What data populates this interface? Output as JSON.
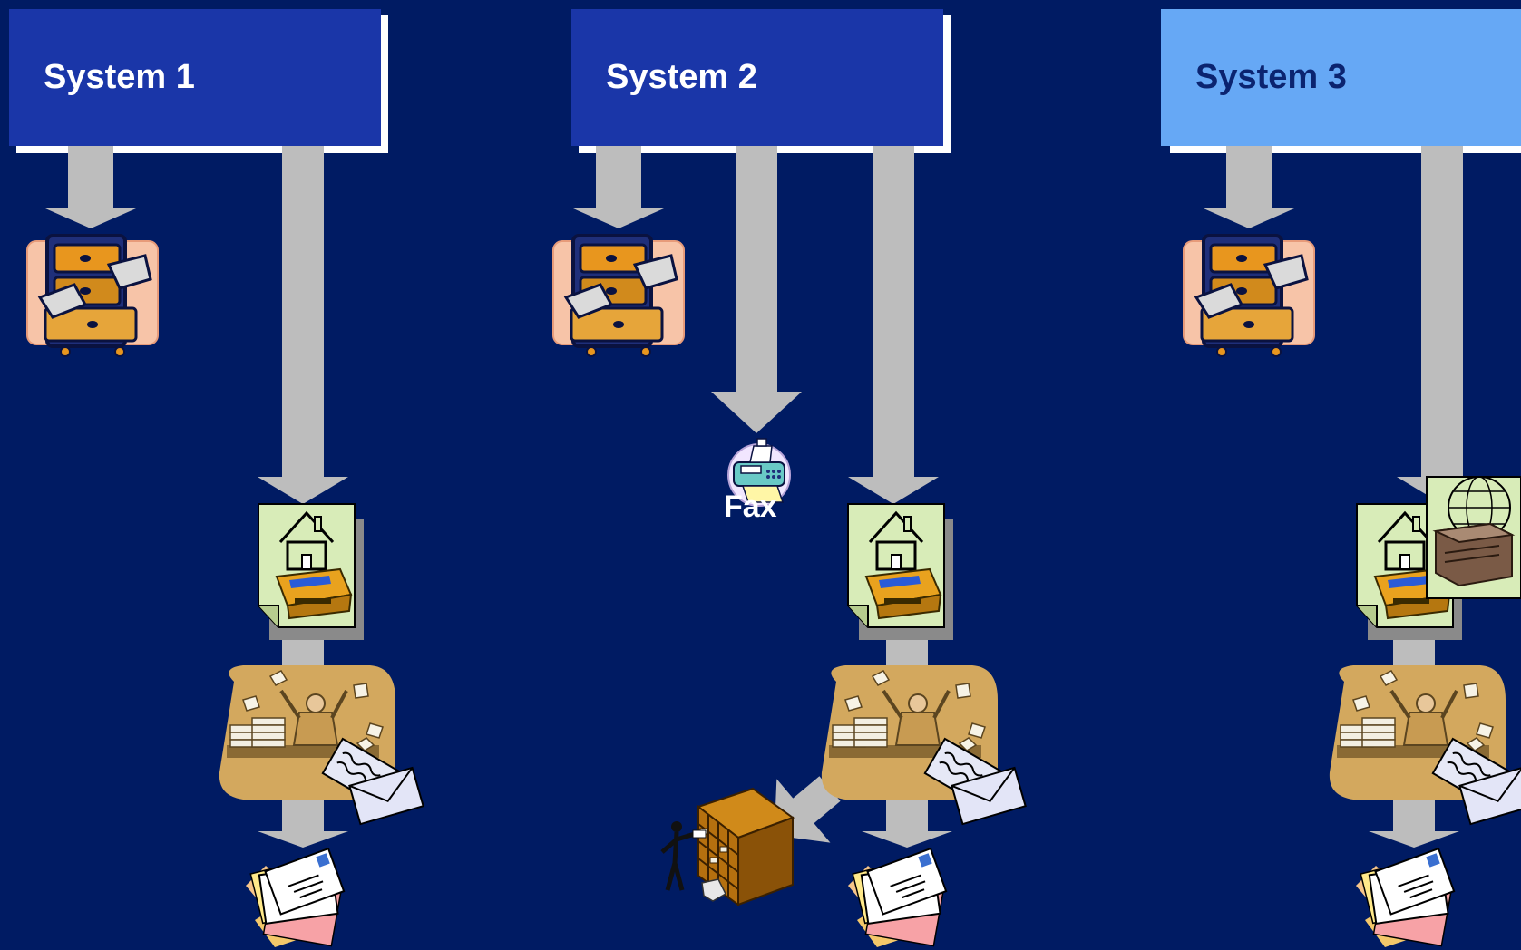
{
  "systems": [
    {
      "label": "System 1",
      "style": "dark"
    },
    {
      "label": "System 2",
      "style": "dark"
    },
    {
      "label": "System 3",
      "style": "highlighted"
    }
  ],
  "fax_label": "Fax",
  "colors": {
    "background": "#001b63",
    "header_dark": "#1a36a8",
    "header_highlight": "#66a8f5",
    "arrow": "#bdbdbd",
    "document_page": "#d8ecb8"
  },
  "icons": {
    "archive": "filing-cabinet-icon",
    "print": "house-printer-document-icon",
    "remote_print": "globe-printer-document-icon",
    "mailroom": "office-worker-mail-icon",
    "letters": "envelope-stack-icon",
    "fax": "fax-machine-icon",
    "sorting": "mail-sorting-shelf-icon"
  }
}
